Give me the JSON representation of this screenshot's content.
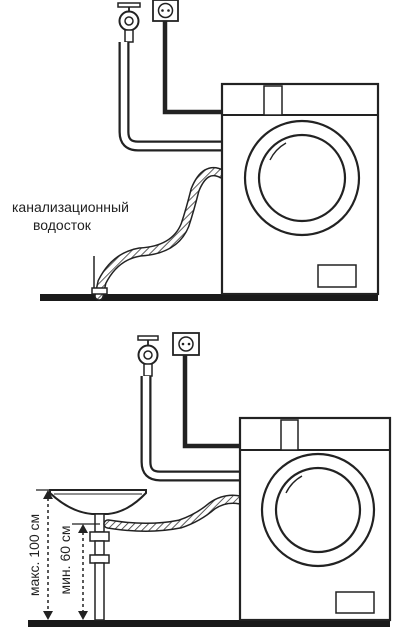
{
  "top_diagram": {
    "drain_label_line1": "канализационный",
    "drain_label_line2": "водосток"
  },
  "bottom_diagram": {
    "max_height_label": "макс. 100 см",
    "min_height_label": "мин. 60 см"
  },
  "colors": {
    "line": "#222222",
    "floor": "#1a1a1a",
    "background": "#ffffff"
  }
}
